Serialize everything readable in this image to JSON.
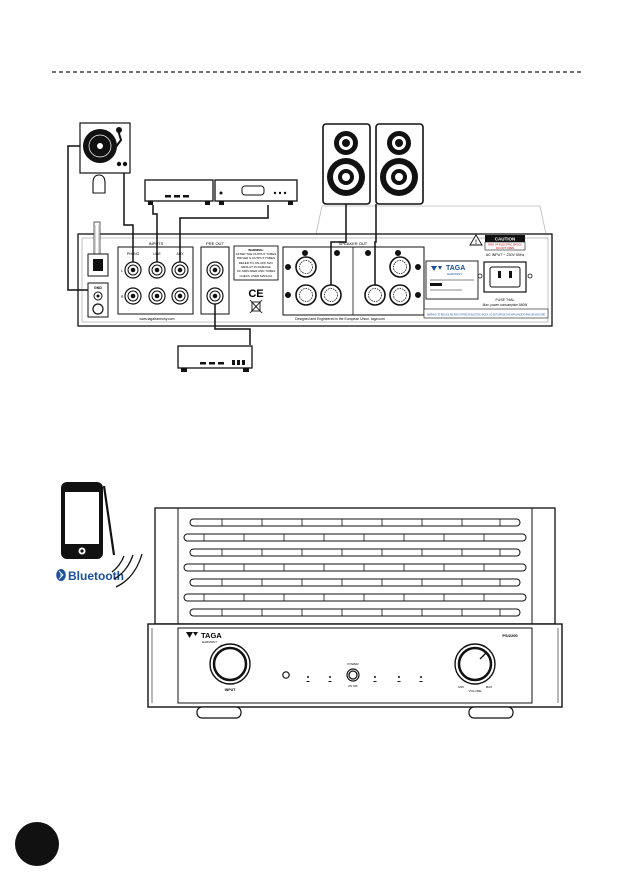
{
  "page": {
    "page_number": ""
  },
  "rear_panel": {
    "inputs_label": "INPUTS",
    "phono_label": "PHONO",
    "line_label": "LINE",
    "aux_label": "AUX",
    "pre_out_label": "PRE OUT",
    "speaker_out_label": "SPEAKER OUT",
    "gnd_label": "GND",
    "channel_left": "L",
    "channel_right": "R",
    "warning_box": [
      "WARNING:",
      "AFTER THE OUTPUT TUBES",
      "DRIVER & OUTPUT TUBES",
      "REFER TO ON-OFF MAY",
      "RESULT IN DAMAGE",
      "OF AMPLIFIER AND TUBES",
      "CHECK USER MANUAL"
    ],
    "website": "www.tagaharmony.com",
    "designed_text": "Designed and Engineered in the European Union. taga.com",
    "caution_title": "CAUTION",
    "caution_lines": [
      "RISK OF ELECTRIC SHOCK",
      "DO NOT OPEN"
    ],
    "ac_input": "AC INPUT ~ 230V 50Hz",
    "brand_name": "TAGA",
    "brand_sub": "HARMONY",
    "fuse_label": "FUSE T4AL",
    "power_label": "Max. power consumption 840W",
    "warning_strip": "WARNING: TO REDUCE THE RISK OF FIRE OR ELECTRIC SHOCK, DO NOT EXPOSE THIS APPLIANCE TO RAIN OR MOISTURE"
  },
  "front_panel": {
    "brand_name": "TAGA",
    "brand_sub": "HARMONY",
    "model": "PS/2200",
    "input_label": "INPUT",
    "power_label": "POWER",
    "power_sub": "ON  OFF",
    "volume_label": "VOLUME",
    "min_label": "MIN",
    "max_label": "MAX"
  },
  "bluetooth": {
    "label": "Bluetooth"
  },
  "colors": {
    "ink": "#111111",
    "accent_blue": "#1b4fa0",
    "warning_red": "#c00000",
    "panel": "#ffffff"
  }
}
